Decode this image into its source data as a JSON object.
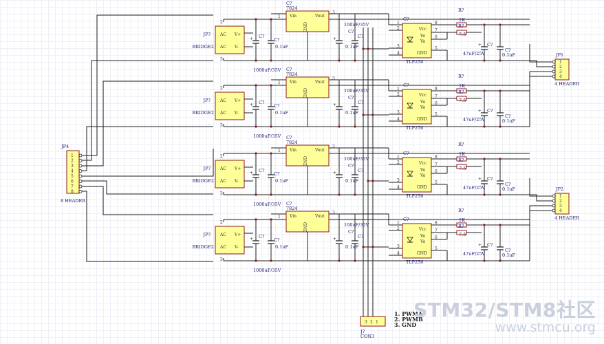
{
  "modules": [
    {
      "bridge_ref": "JP?",
      "bridge_name": "BRIDGE2",
      "bulk_cap": "1000uF/35V",
      "filter_cap_ref": "C?",
      "filter_cap": "0.1uF",
      "reg_ref": "C?",
      "reg_part": "7824",
      "out_cap": "100uF/35V",
      "opto_ref": "C?",
      "opto_part": "TLP250",
      "r1_ref": "R?",
      "r1_val": "1K",
      "r2_ref": "R?",
      "r2_val": "7.5",
      "out_cap2": "47uF/25V",
      "out_cap3_val": "0.1uF"
    },
    {
      "bridge_ref": "JP?",
      "bridge_name": "BRIDGE2",
      "bulk_cap": "1000uF/35V",
      "filter_cap_ref": "C?",
      "filter_cap": "0.1uF",
      "reg_ref": "C?",
      "reg_part": "7824",
      "out_cap": "100uF/35V",
      "opto_ref": "C?",
      "opto_part": "TLP250",
      "r1_ref": "R?",
      "r1_val": "1K",
      "r2_ref": "R?",
      "r2_val": "7.5",
      "out_cap2": "47uF/25V",
      "out_cap3_val": "0.1uF"
    },
    {
      "bridge_ref": "JP?",
      "bridge_name": "BRIDGE2",
      "bulk_cap": "1000uF/35V",
      "filter_cap_ref": "C?",
      "filter_cap": "0.1uF",
      "reg_ref": "C?",
      "reg_part": "7824",
      "out_cap": "100uF/35V",
      "opto_ref": "C?",
      "opto_part": "TLP250",
      "r1_ref": "R?",
      "r1_val": "1K",
      "r2_ref": "R?",
      "r2_val": "7.5",
      "out_cap2": "47uF/25V",
      "out_cap3_val": "0.1uF"
    },
    {
      "bridge_ref": "JP?",
      "bridge_name": "BRIDGE2",
      "bulk_cap": "1000uF/35V",
      "filter_cap_ref": "C?",
      "filter_cap": "0.1uF",
      "reg_ref": "C?",
      "reg_part": "7824",
      "out_cap": "100uF/35V",
      "opto_ref": "C?",
      "opto_part": "TLP250",
      "r1_ref": "R?",
      "r1_val": "1K",
      "r2_ref": "R?",
      "r2_val": "7.5",
      "out_cap2": "47uF/25V",
      "out_cap3_val": "0.1uF"
    }
  ],
  "labels": {
    "bridge_pins": [
      "AC",
      "AC",
      "V+",
      "V-"
    ],
    "reg_pins": [
      "Vin",
      "Vout",
      "GND"
    ],
    "opto_pins": [
      "Vcc",
      "Vo",
      "Vo",
      "GND"
    ],
    "cap_ref": "C?"
  },
  "headers": {
    "jp4": {
      "ref": "JP4",
      "name": "8 HEADER",
      "pins": [
        "1",
        "2",
        "3",
        "4",
        "5",
        "6",
        "7",
        "8"
      ]
    },
    "jp1": {
      "ref": "JP1",
      "name": "4 HEADER",
      "pins": [
        "1",
        "2",
        "3",
        "4"
      ]
    },
    "jp2": {
      "ref": "JP2",
      "name": "4 HEADER",
      "pins": [
        "1",
        "2",
        "3",
        "4"
      ]
    },
    "j7": {
      "ref": "J?",
      "name": "CON3",
      "pins": [
        "3",
        "2",
        "1"
      ]
    }
  },
  "connector_legend": [
    "1.   PWMA",
    "2.   PWMB",
    "3.   GND"
  ],
  "watermark": {
    "line1": "STM32/STM8社区",
    "line2": "www.stmcu.org"
  },
  "colors": {
    "part_fill": "#ffff99",
    "part_outline": "#8b1a1a",
    "wire": "#1e1e1e",
    "text": "#1a1a6e"
  }
}
